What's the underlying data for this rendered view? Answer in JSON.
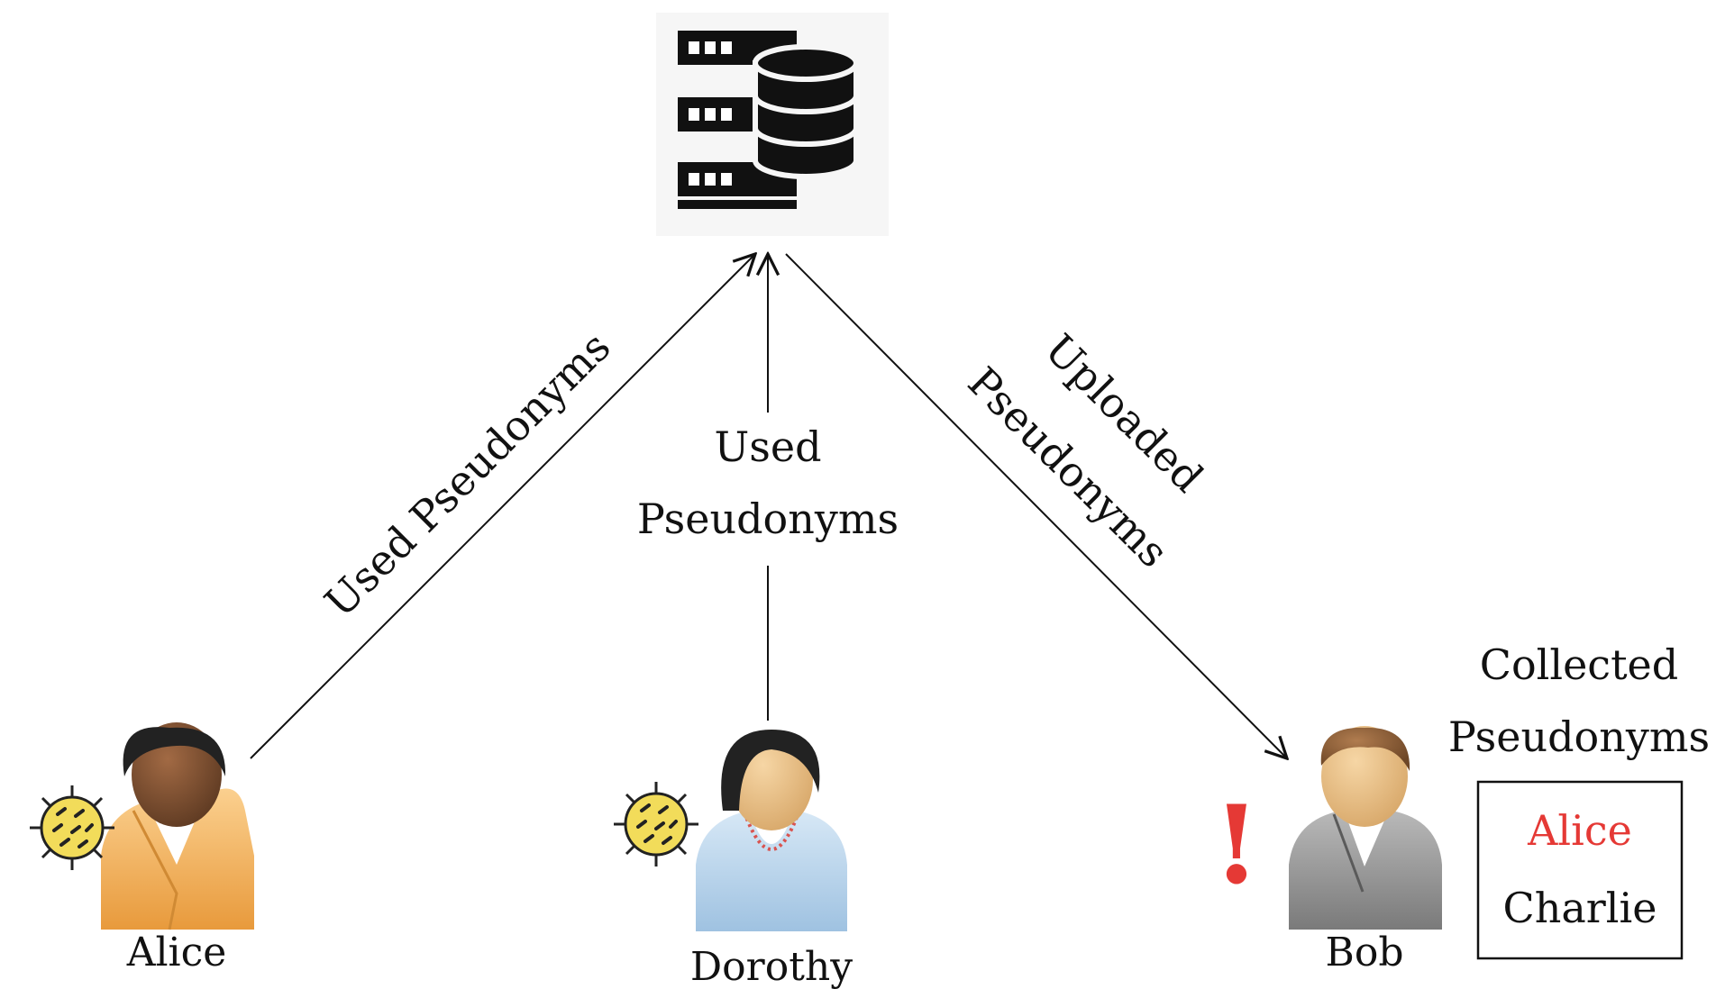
{
  "labels": {
    "alice_edge": "Used Pseudonyms",
    "dorothy_edge_line1": "Used",
    "dorothy_edge_line2": "Pseudonyms",
    "bob_edge_line1": "Uploaded",
    "bob_edge_line2": "Pseudonyms",
    "collected_line1": "Collected",
    "collected_line2": "Pseudonyms"
  },
  "people": {
    "alice": "Alice",
    "dorothy": "Dorothy",
    "bob": "Bob"
  },
  "collected_list": [
    {
      "name": "Alice",
      "color": "#e53935"
    },
    {
      "name": "Charlie",
      "color": "#111111"
    }
  ],
  "alert_mark": "!",
  "colors": {
    "alert": "#e53935",
    "virus": "#f2dc5a",
    "alice_shirt": "#f2b563",
    "dorothy_shirt": "#b7d3ea",
    "bob_shirt": "#9e9e9e"
  }
}
